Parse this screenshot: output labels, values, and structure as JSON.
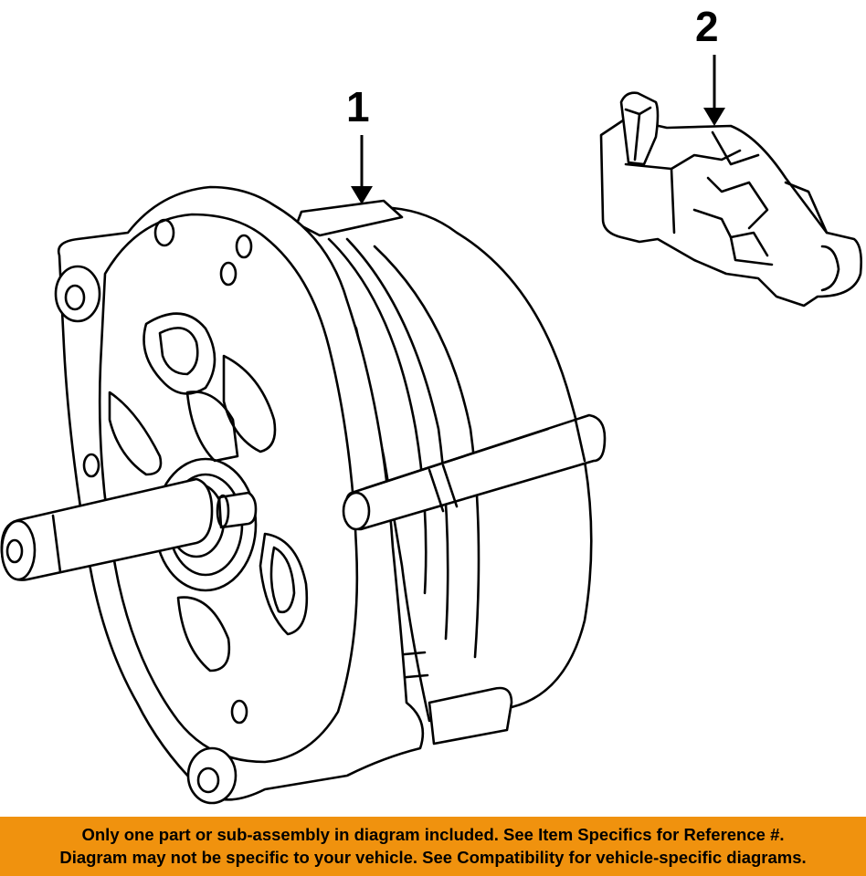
{
  "diagram": {
    "callouts": [
      {
        "number": "1",
        "part": "alternator"
      },
      {
        "number": "2",
        "part": "voltage-regulator"
      }
    ]
  },
  "banner": {
    "color": "#f0920e",
    "line1": "Only one part or sub-assembly in diagram included. See Item Specifics for Reference #.",
    "line2": "Diagram may not be specific to your vehicle. See Compatibility for vehicle-specific diagrams."
  }
}
